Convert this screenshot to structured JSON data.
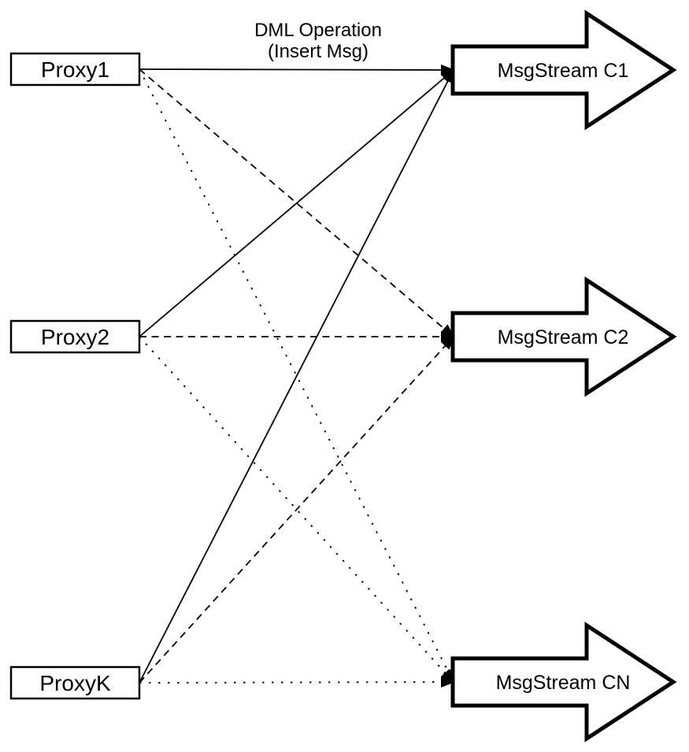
{
  "diagram": {
    "type": "flow-diagram",
    "edge_label": {
      "line1": "DML Operation",
      "line2": "(Insert Msg)"
    },
    "proxies": [
      {
        "id": "proxy1",
        "label": "Proxy1"
      },
      {
        "id": "proxy2",
        "label": "Proxy2"
      },
      {
        "id": "proxyK",
        "label": "ProxyK"
      }
    ],
    "streams": [
      {
        "id": "c1",
        "label": "MsgStream C1"
      },
      {
        "id": "c2",
        "label": "MsgStream C2"
      },
      {
        "id": "cn",
        "label": "MsgStream CN"
      }
    ],
    "edges": [
      {
        "from": "proxy1",
        "to": "c1",
        "style": "solid"
      },
      {
        "from": "proxy1",
        "to": "c2",
        "style": "dashed"
      },
      {
        "from": "proxy1",
        "to": "cn",
        "style": "dotted"
      },
      {
        "from": "proxy2",
        "to": "c1",
        "style": "solid"
      },
      {
        "from": "proxy2",
        "to": "c2",
        "style": "dashed"
      },
      {
        "from": "proxy2",
        "to": "cn",
        "style": "dotted"
      },
      {
        "from": "proxyK",
        "to": "c1",
        "style": "solid"
      },
      {
        "from": "proxyK",
        "to": "c2",
        "style": "dashed"
      },
      {
        "from": "proxyK",
        "to": "cn",
        "style": "dotted"
      }
    ],
    "colors": {
      "stroke": "#000000",
      "shape_fill": "#ffffff",
      "background": "#ffffff"
    }
  }
}
